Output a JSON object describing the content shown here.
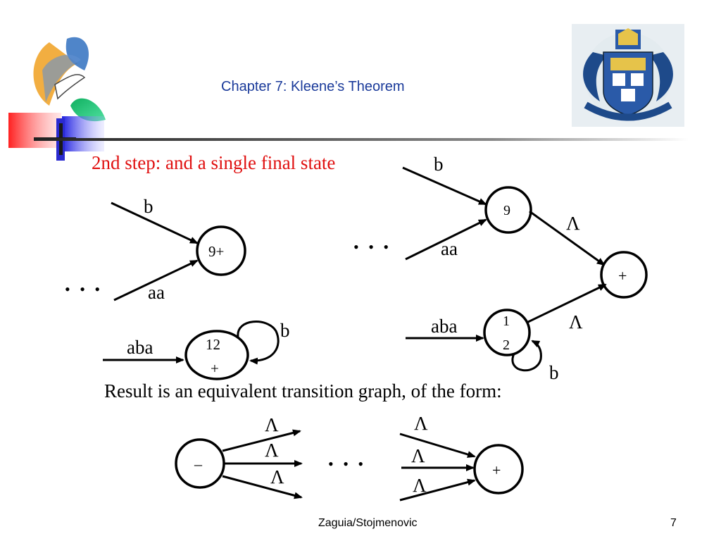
{
  "slide": {
    "title": "Chapter 7: Kleene’s Theorem",
    "heading": "2nd step: and a single final state",
    "result_text": "Result is an equivalent transition graph, of the form:",
    "footer_author": "Zaguia/Stojmenovic",
    "page_number": "7"
  },
  "left_graph": {
    "state_label": "9+",
    "edge_b": "b",
    "edge_aa": "aa",
    "ellipsis": "• • •",
    "state2_label_line1": "12",
    "state2_label_line2": "+",
    "edge_aba": "aba",
    "loop_b": "b"
  },
  "right_graph": {
    "edge_b": "b",
    "state9_label": "9",
    "edge_aa": "aa",
    "ellipsis": "• • •",
    "lambda1": "Λ",
    "final_label": "+",
    "edge_aba": "aba",
    "state12_line1": "1",
    "state12_line2": "2",
    "lambda2": "Λ",
    "loop_b": "b"
  },
  "bottom_graph": {
    "start_label": "–",
    "lambda_top": "Λ",
    "lambda_mid": "Λ",
    "lambda_bot": "Λ",
    "ellipsis": "• • •",
    "lambda_in_top": "Λ",
    "lambda_in_mid": "Λ",
    "lambda_in_bot": "Λ",
    "final_label": "+"
  },
  "colors": {
    "title": "#1a3a9a",
    "heading": "#e01010",
    "header_rule": "#333333"
  },
  "icons": {
    "logo_left": "university-swirl-logo",
    "logo_right": "university-crest-seal"
  }
}
